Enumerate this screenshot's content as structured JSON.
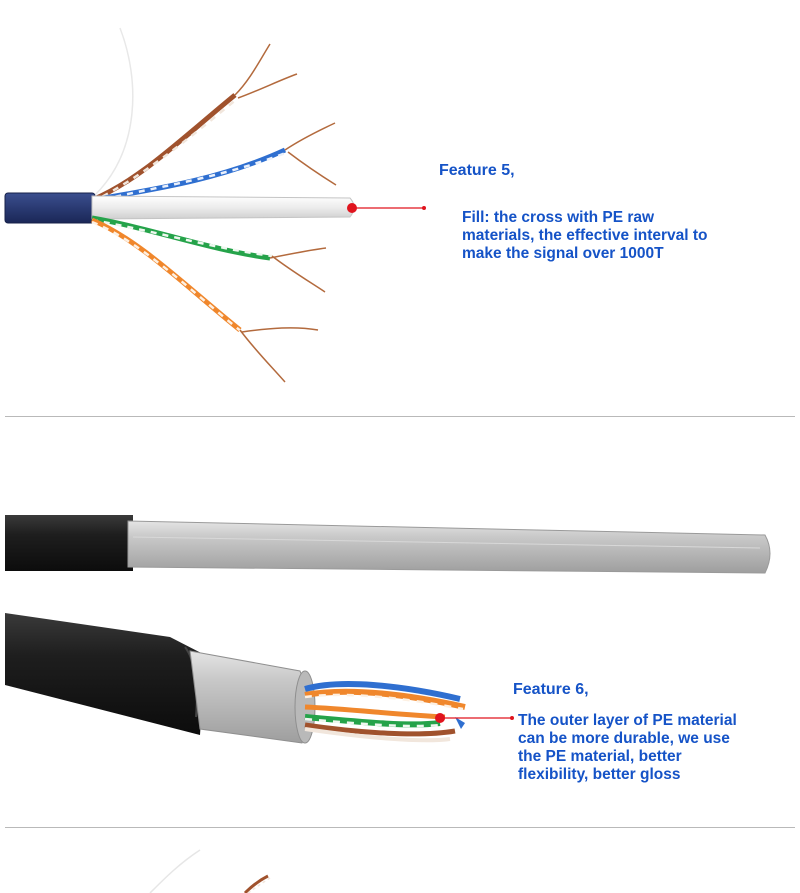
{
  "features": [
    {
      "title": "Feature 5,",
      "lines": [
        "Fill: the cross with PE raw",
        "materials, the effective interval to",
        "make the signal over 1000T"
      ]
    },
    {
      "title": "Feature 6,",
      "lines": [
        "The outer layer of PE material",
        "can be more durable, we use",
        "the PE material, better",
        "flexibility, better gloss"
      ]
    }
  ],
  "colors": {
    "text_blue": "#1553c7",
    "marker_red": "#e0141e",
    "jacket_blue": "#2d3f7a",
    "jacket_black": "#1c1c1c",
    "jacket_gray": "#bdbdbd",
    "divider": "#b9b9b9"
  }
}
